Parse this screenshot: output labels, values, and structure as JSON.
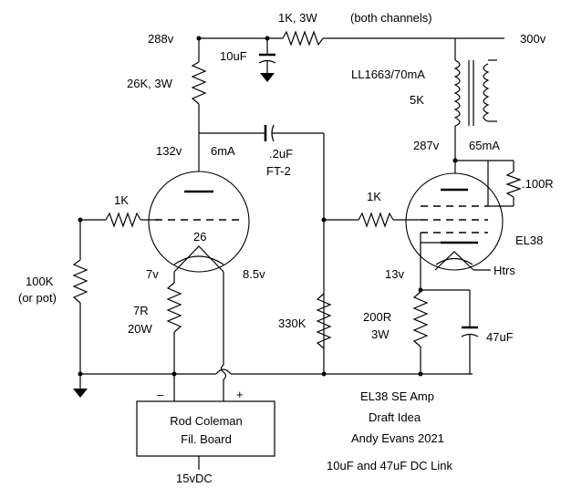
{
  "labels": {
    "resistor_1k_3w": "1K, 3W",
    "both_channels": "(both channels)",
    "v288": "288v",
    "v300": "300v",
    "cap_10uf": "10uF",
    "r_26k": "26K, 3W",
    "transformer": "LL1663/70mA",
    "transformer_5k": "5K",
    "v132": "132v",
    "ma6": "6mA",
    "cap_2uf": ".2uF",
    "ft2": "FT-2",
    "v287": "287v",
    "ma65": "65mA",
    "r_100r": ".100R",
    "r_1k_left": "1K",
    "r_1k_right": "1K",
    "tube_26": "26",
    "el38": "EL38",
    "r_100k": "100K",
    "or_pot": "(or pot)",
    "v7": "7v",
    "v85": "8.5v",
    "v13": "13v",
    "htrs": "Htrs",
    "r_7r": "7R",
    "w20": "20W",
    "r_330k": "330K",
    "r_200r": "200R",
    "w3": "3W",
    "cap_47uf": "47uF",
    "minus": "–",
    "plus": "+",
    "board_line1": "Rod Coleman",
    "board_line2": "Fil. Board",
    "v15dc": "15vDC",
    "title_line1": "EL38 SE Amp",
    "title_line2": "Draft Idea",
    "title_line3": "Andy Evans 2021",
    "note": "10uF and 47uF DC Link"
  }
}
